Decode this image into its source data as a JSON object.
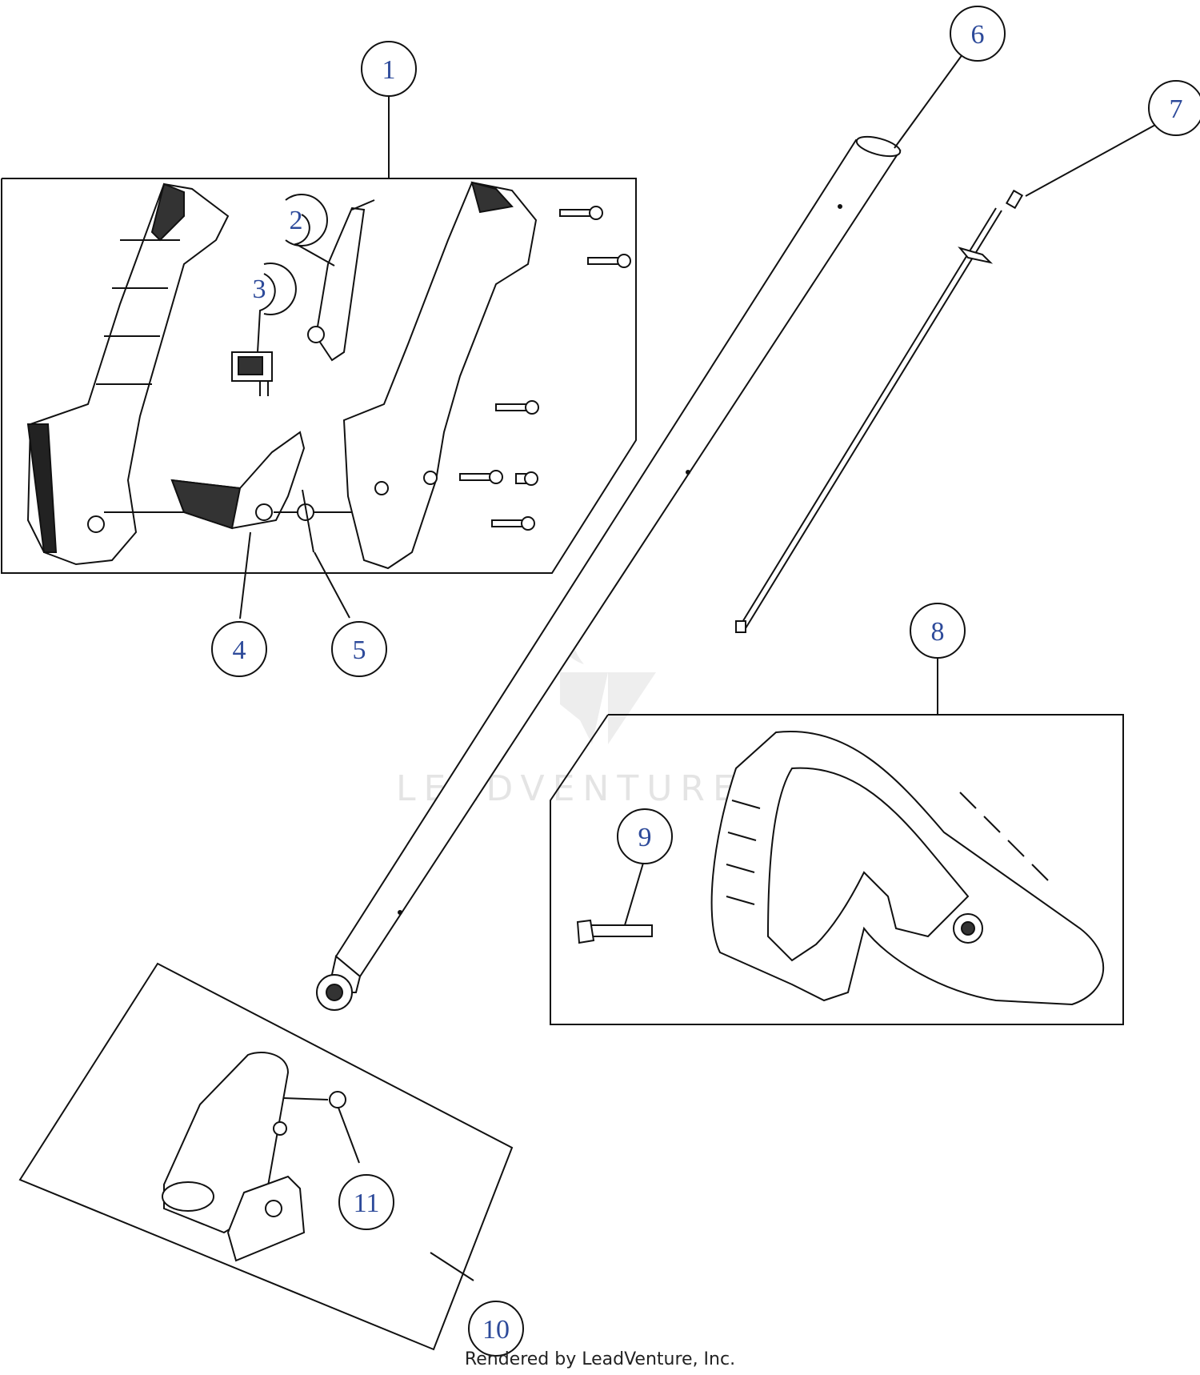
{
  "watermark": {
    "brand": "LEADVENTURE"
  },
  "callouts": {
    "c1": "1",
    "c2": "2",
    "c3": "3",
    "c4": "4",
    "c5": "5",
    "c6": "6",
    "c7": "7",
    "c8": "8",
    "c9": "9",
    "c10": "10",
    "c11": "11"
  },
  "footer": {
    "text": "Rendered by LeadVenture, Inc."
  },
  "colors": {
    "callout_text": "#2d4a9a",
    "line": "#111111",
    "watermark": "#e2e2e2"
  }
}
